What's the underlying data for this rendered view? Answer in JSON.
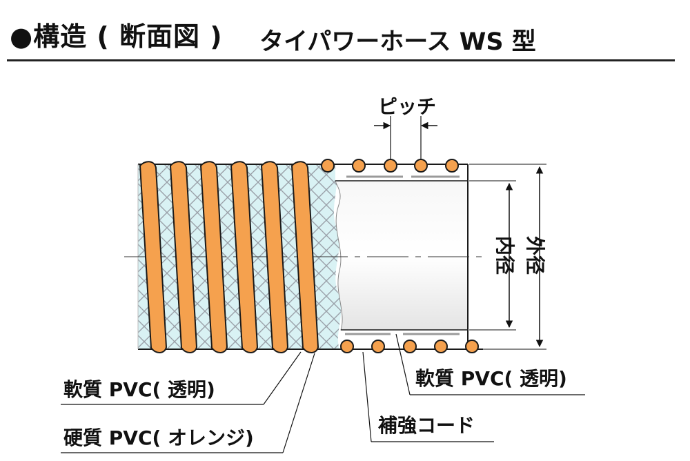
{
  "header": {
    "title": "●構造 ( 断面図 )",
    "product": "タイパワーホース WS 型"
  },
  "diagram": {
    "pitch_label": "ピッチ",
    "inner_diameter_label": "内径",
    "outer_diameter_label": "外径",
    "callouts": {
      "soft_pvc_left": "軟質 PVC( 透明)",
      "hard_pvc": "硬質 PVC( オレンジ)",
      "reinforcing_cord": "補強コード",
      "soft_pvc_right": "軟質 PVC( 透明)"
    },
    "colors": {
      "spiral": "#f5a14e",
      "hose_body": "#d9f2f4",
      "bore": "#eeeeee",
      "mesh": "#9aa0a8",
      "outline": "#1a1a1a"
    }
  }
}
